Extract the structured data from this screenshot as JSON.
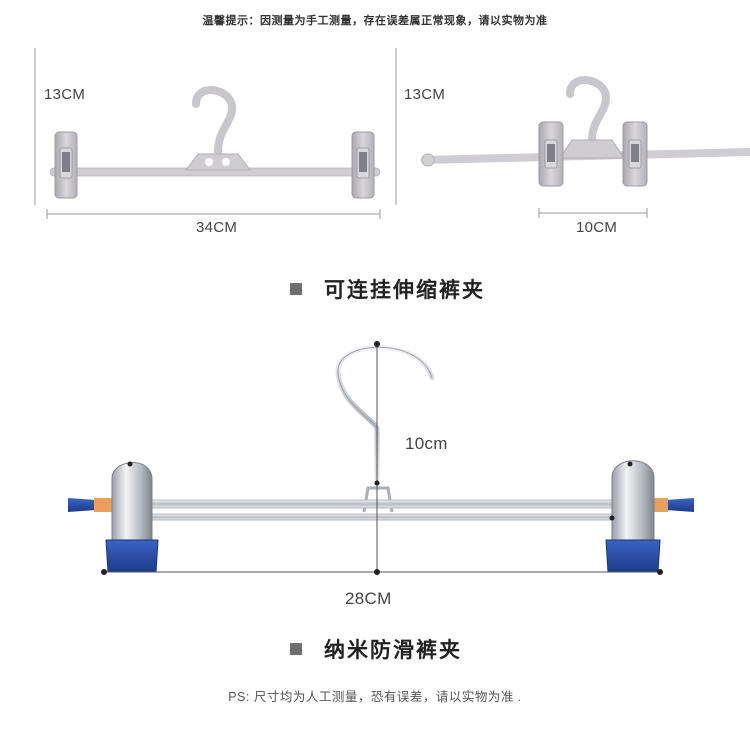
{
  "top_notice": "温馨提示：因测量为手工测量，存在误差属正常现象，请以实物为准",
  "hanger1": {
    "height_label": "13CM",
    "width_label": "34CM"
  },
  "hanger2": {
    "height_label": "13CM",
    "width_label": "10CM"
  },
  "section1_title": "可连挂伸缩裤夹",
  "hanger3": {
    "height_label": "10cm",
    "width_label": "28CM"
  },
  "section2_title": "纳米防滑裤夹",
  "bottom_note": "PS: 尺寸均为人工测量，恐有误差，请以实物为准 .",
  "colors": {
    "plastic_gray": "#c9c7cc",
    "steel": "#c8ccd2",
    "clip_blue": "#2a4fa8",
    "dimension_line": "#999999",
    "title_square": "#6f6f6f"
  }
}
